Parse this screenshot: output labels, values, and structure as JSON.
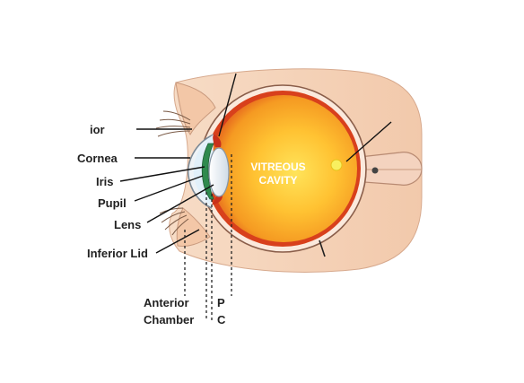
{
  "labels": {
    "superior_lid_partial": "ior",
    "cornea": "Cornea",
    "iris": "Iris",
    "pupil": "Pupil",
    "lens": "Lens",
    "inferior_lid": "Inferior Lid",
    "vitreous_line1": "VITREOUS",
    "vitreous_line2": "CAVITY",
    "anterior_line1": "Anterior",
    "anterior_line2": "Chamber",
    "posterior_partial_line1": "P",
    "posterior_partial_line2": "C"
  },
  "colors": {
    "skin": "#f6d2b8",
    "skin_line": "#c99a7e",
    "sclera": "#fbe9dc",
    "vitreous_center": "#ffd640",
    "vitreous_edge": "#f08a1c",
    "choroid": "#d8401c",
    "iris": "#2f8a4e",
    "lens": "#e6eef5",
    "macula": "#f8f060"
  }
}
